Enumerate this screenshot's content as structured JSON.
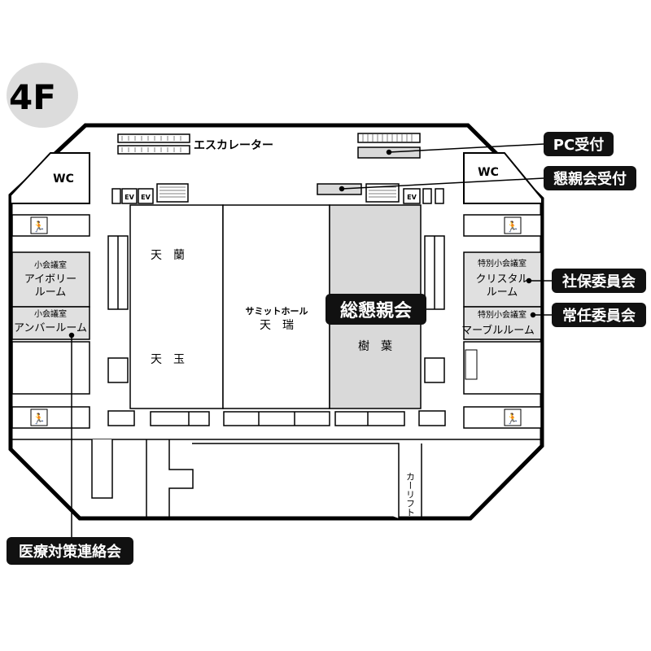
{
  "floor_badge": "4F",
  "colors": {
    "highlight": "#d9d9d9",
    "callout_bg": "#111111",
    "callout_text": "#ffffff",
    "badge_bg": "#dcdcdc"
  },
  "labels": {
    "escalator": "エスカレーター",
    "wc_left": "WC",
    "wc_right": "WC",
    "ev": "EV",
    "ivory_type": "小会議室",
    "ivory_name_1": "アイボリー",
    "ivory_name_2": "ルーム",
    "amber_type": "小会議室",
    "amber_name": "アンバールーム",
    "crystal_type": "特別小会議室",
    "crystal_name_1": "クリスタル",
    "crystal_name_2": "ルーム",
    "marble_type": "特別小会議室",
    "marble_name": "マーブルルーム",
    "tenran": "天　蘭",
    "tengyoku": "天　玉",
    "summit_hall": "サミットホール",
    "tenzui": "天　瑞",
    "jyuyo": "樹　葉",
    "car_lift": "カーリフト"
  },
  "callouts": {
    "pc_reception": "PC受付",
    "social_reception": "懇親会受付",
    "social_main": "総懇親会",
    "shaho_committee": "社保委員会",
    "standing_committee": "常任委員会",
    "medical_liaison": "医療対策連絡会"
  }
}
